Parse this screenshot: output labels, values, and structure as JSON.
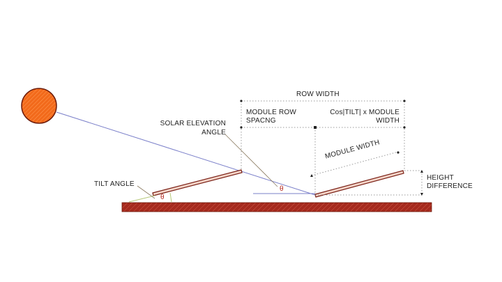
{
  "labels": {
    "row_width": "ROW WIDTH",
    "module_row_spacing_line1": "MODULE ROW",
    "module_row_spacing_line2": "SPACNG",
    "cos_tilt_line1": "Cos|TILT| x MODULE",
    "cos_tilt_line2": "WIDTH",
    "solar_elevation_line1": "SOLAR ELEVATION",
    "solar_elevation_line2": "ANGLE",
    "tilt_angle": "TILT ANGLE",
    "module_width": "MODULE WIDTH",
    "height_difference_line1": "HEIGHT",
    "height_difference_line2": "DIFFERENCE",
    "theta_symbol": "θ"
  },
  "colors": {
    "sun_fill": "#f26a1b",
    "sun_stroke": "#6b1a0a",
    "ground": "#a52a1e",
    "panel": "#8b2a1e",
    "sun_ray": "#7a7fc9",
    "dim_line": "#999999",
    "theta": "#b5281e"
  }
}
